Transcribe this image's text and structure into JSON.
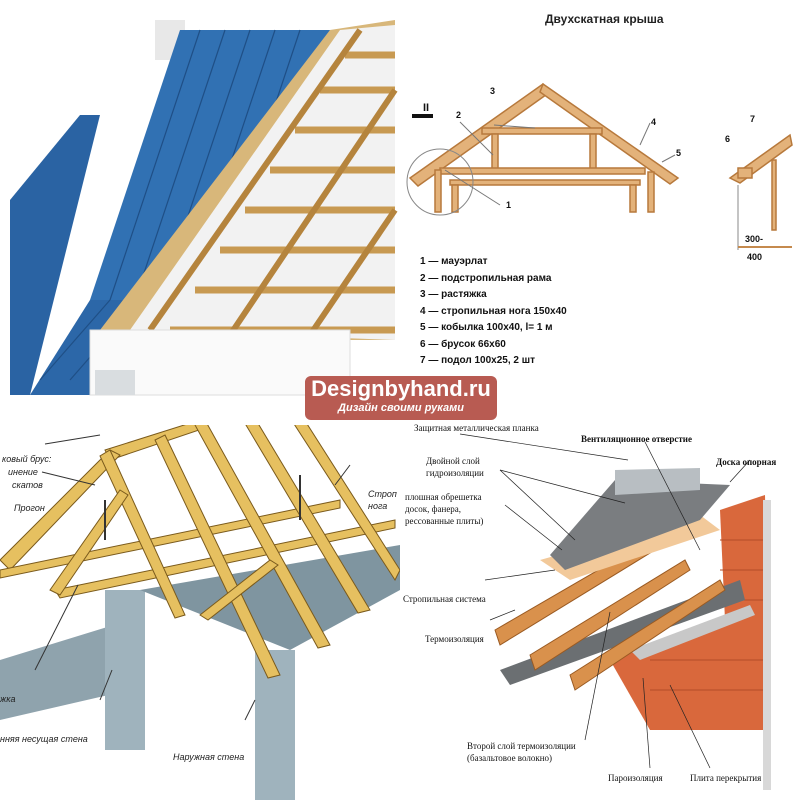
{
  "gable_diagram": {
    "title": "Двухскатная крыша",
    "section_mark": "II",
    "callouts": [
      "1",
      "2",
      "3",
      "4",
      "5",
      "6",
      "7"
    ],
    "dimension": [
      "300-",
      "400"
    ],
    "legend": [
      "1 — мауэрлат",
      "2 — подстропильная рама",
      "3 — растяжка",
      "4 — стропильная нога 150x40",
      "5 — кобылка 100x40, l= 1 м",
      "6 — брусок 66x60",
      "7 — подол 100x25, 2 шт"
    ]
  },
  "watermark": {
    "main": "Designbyhand.ru",
    "sub": "Дизайн своими руками",
    "color": "#b85b52"
  },
  "rafter_diagram": {
    "labels": [
      "ковый брус:",
      "инение",
      "скатов",
      "Прогон",
      "Строп",
      "нога",
      "жка",
      "нняя несущая стена",
      "Наружная стена"
    ]
  },
  "flat_roof_diagram": {
    "labels": [
      "Защитная металлическая планка",
      "Вентиляционное отверстие",
      "Двойной слой",
      "гидроизоляции",
      "Доска опорная",
      "плошная обрешетка",
      "досок, фанера,",
      "рессованные плиты)",
      "Стропильная система",
      "Термоизоляция",
      "Второй слой термоизоляции",
      "(базальтовое волокно)",
      "Пароизоляция",
      "Плита перекрытия"
    ]
  },
  "colors": {
    "roof_blue": "#2f6fae",
    "wood": "#e0b35a",
    "brick": "#d8673a"
  }
}
